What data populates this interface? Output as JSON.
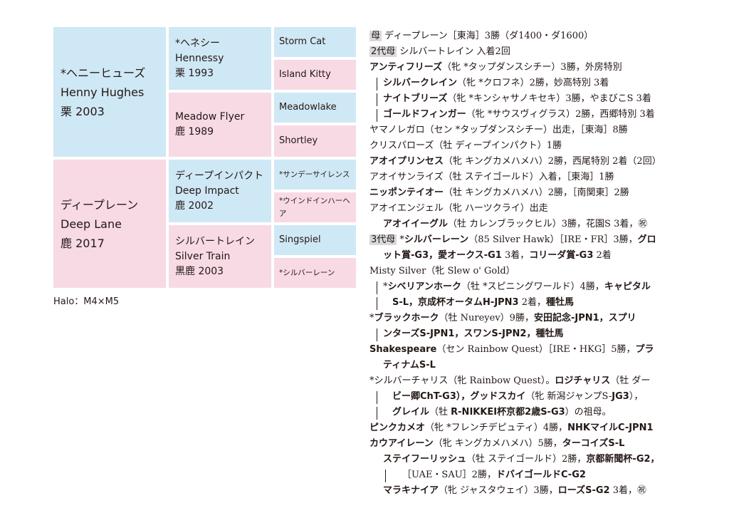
{
  "pedigree": {
    "sire": {
      "name_jp": "*ヘニーヒューズ",
      "name_en": "Henny Hughes",
      "info": "栗 2003"
    },
    "dam": {
      "name_jp": "ディープレーン",
      "name_en": "Deep Lane",
      "info": "鹿 2017"
    },
    "gen2": [
      {
        "name_jp": "*ヘネシー",
        "name_en": "Hennessy",
        "info": "栗 1993"
      },
      {
        "name_en": "Meadow Flyer",
        "info": "鹿 1989"
      },
      {
        "name_jp": "ディープインパクト",
        "name_en": "Deep Impact",
        "info": "鹿 2002"
      },
      {
        "name_jp": "シルバートレイン",
        "name_en": "Silver Train",
        "info": "黒鹿 2003"
      }
    ],
    "gen3": [
      "Storm Cat",
      "Island Kitty",
      "Meadowlake",
      "Shortley",
      "*サンデーサイレンス",
      "*ウインドインハーヘア",
      "Singspiel",
      "*シルバーレーン"
    ]
  },
  "inbreeding_note": "Halo：M4×M5",
  "family": {
    "l1": {
      "tag": "母",
      "text": " ディープレーン［東海］3勝（ダ1400・ダ1600）"
    },
    "l2": {
      "tag": "2代母",
      "text": " シルバートレイン 入着2回"
    },
    "l3": {
      "name": "アンティフリーズ",
      "text": "（牝 *タップダンスシチー）3勝，外房特別"
    },
    "l4": {
      "name": "シルバークレイン",
      "text": "（牝 *クロフネ）2勝，妙高特別 3着"
    },
    "l5": {
      "name": "ナイトブリーズ",
      "text": "（牝 *キンシャサノキセキ）3勝，やまびこS 3着"
    },
    "l6": {
      "name": "ゴールドフィンガー",
      "text": "（牝 *サウスヴィグラス）2勝，西郷特別 3着"
    },
    "l7": {
      "text": "ヤマノレガロ（セン *タップダンスシチー）出走，［東海］8勝"
    },
    "l8": {
      "text": "クリスパローズ（牡 ディープインパクト）1勝"
    },
    "l9": {
      "name": "アオイプリンセス",
      "text": "（牝 キングカメハメハ）2勝，西尾特別 2着（2回）"
    },
    "l10": {
      "text": "アオイサンライズ（牡 ステイゴールド）入着，［東海］1勝"
    },
    "l11": {
      "name": "ニッポンテイオー",
      "text": "（牡 キングカメハメハ）2勝，［南関東］2勝"
    },
    "l12": {
      "text": "アオイエンジェル（牝 ハーツクライ）出走"
    },
    "l13": {
      "name": "アオイイーグル",
      "text": "（牡 カレンブラックヒル）3勝，花園S 3着，㊗"
    },
    "l14": {
      "tag": "3代母",
      "pre": " *",
      "name": "シルバーレーン",
      "text": "（85 Silver Hawk）［IRE・FR］3勝，",
      "b2": "グロ"
    },
    "l15": {
      "b1": "ット賞-G3，愛オークス-G1",
      "t1": " 3着，",
      "b2": "コリーダ賞-G3",
      "t2": " 2着"
    },
    "l16": {
      "text": "Misty Silver（牝 Slew o' Gold）"
    },
    "l17": {
      "pre": "*",
      "name": "シベリアンホーク",
      "text": "（牡 *スピニングワールド）4勝，",
      "b2": "キャピタル"
    },
    "l18": {
      "b1": "S-L，京成杯オータムH-JPN3",
      "t1": " 2着，",
      "b2": "種牡馬"
    },
    "l19": {
      "pre": "*",
      "name": "ブラックホーク",
      "text": "（牡 Nureyev）9勝，",
      "b2": "安田記念-JPN1，スプリ"
    },
    "l20": {
      "b1": "ンターズS-JPN1，スワンS-JPN2，種牡馬"
    },
    "l21": {
      "name": "Shakespeare",
      "text": "（セン Rainbow Quest）［IRE・HKG］5勝，",
      "b2": "プラ"
    },
    "l22": {
      "b1": "ティナムS-L"
    },
    "l23": {
      "text": "*シルバーチャリス（牝 Rainbow Quest）。",
      "b2": "ロジチャリス",
      "t2": "（牡 ダー"
    },
    "l24": {
      "b1": "ビー卿ChT-G3），グッドスカイ",
      "t1": "（牝 新潟ジャンプS-",
      "b2": "JG3",
      "t2": "），"
    },
    "l25": {
      "b1": "グレイル",
      "t1": "（牡 ",
      "b2": "R-NIKKEI杯京都2歳S-G3",
      "t2": "）の祖母。"
    },
    "l26": {
      "name": "ピンクカメオ",
      "text": "（牝 *フレンチデピュティ）4勝，",
      "b2": "NHKマイルC-JPN1"
    },
    "l27": {
      "name": "カウアイレーン",
      "text": "（牝 キングカメハメハ）5勝，",
      "b2": "ターコイズS-L"
    },
    "l28": {
      "name": "ステイフーリッシュ",
      "text": "（牡 ステイゴールド）2勝，",
      "b2": "京都新聞杯-G2，"
    },
    "l29": {
      "text": "［UAE・SAU］2勝，",
      "b2": "ドバイゴールドC-G2"
    },
    "l30": {
      "name": "マラキナイア",
      "text": "（牝 ジャスタウェイ）3勝，",
      "b2": "ローズS-G2",
      "t2": " 3着，㊗"
    }
  }
}
